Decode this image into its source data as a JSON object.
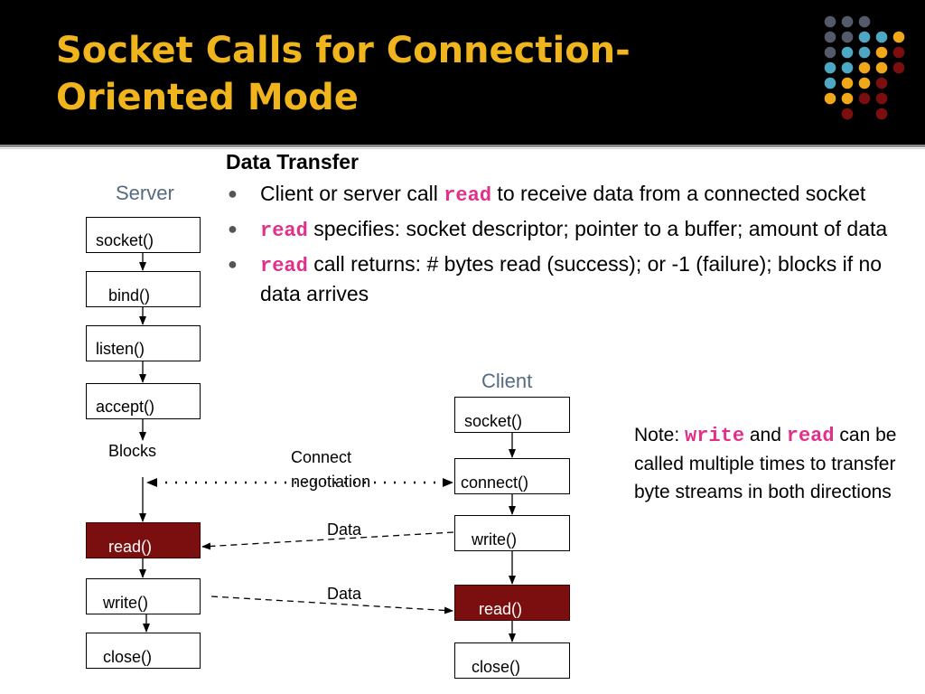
{
  "slide": {
    "title": "Socket Calls for Connection-Oriented Mode",
    "accent_color": "#f0b41c",
    "highlight_color": "#7b0f0f",
    "keyword_color": "#e0308a",
    "decor_dot_colors": [
      "#555a6b",
      "#4ea8c4",
      "#f0a818",
      "#7b0f0f"
    ]
  },
  "server": {
    "title": "Server",
    "socket": "socket()",
    "bind": "bind()",
    "listen": "listen()",
    "accept": "accept()",
    "blocks": "Blocks",
    "read": "read()",
    "write": "write()",
    "close": "close()"
  },
  "client": {
    "title": "Client",
    "socket": "socket()",
    "connect": "connect()",
    "write": "write()",
    "read": "read()",
    "close": "close()"
  },
  "flows": {
    "connect_line1": "Connect",
    "connect_line2": "negotiation",
    "data1": "Data",
    "data2": "Data"
  },
  "data_transfer": {
    "heading": "Data Transfer",
    "b1_pre": "Client or server call ",
    "b1_kw": "read",
    "b1_post": " to receive data from a connected socket",
    "b2_kw": "read",
    "b2_post": " specifies: socket descriptor; pointer to a buffer; amount of data",
    "b3_kw": "read",
    "b3_post": " call returns: # bytes read (success); or -1 (failure); blocks if no data arrives"
  },
  "note": {
    "pre": "Note: ",
    "kw1": "write",
    "mid": " and ",
    "kw2": "read",
    "post": " can be called multiple times to transfer byte streams in both directions"
  }
}
